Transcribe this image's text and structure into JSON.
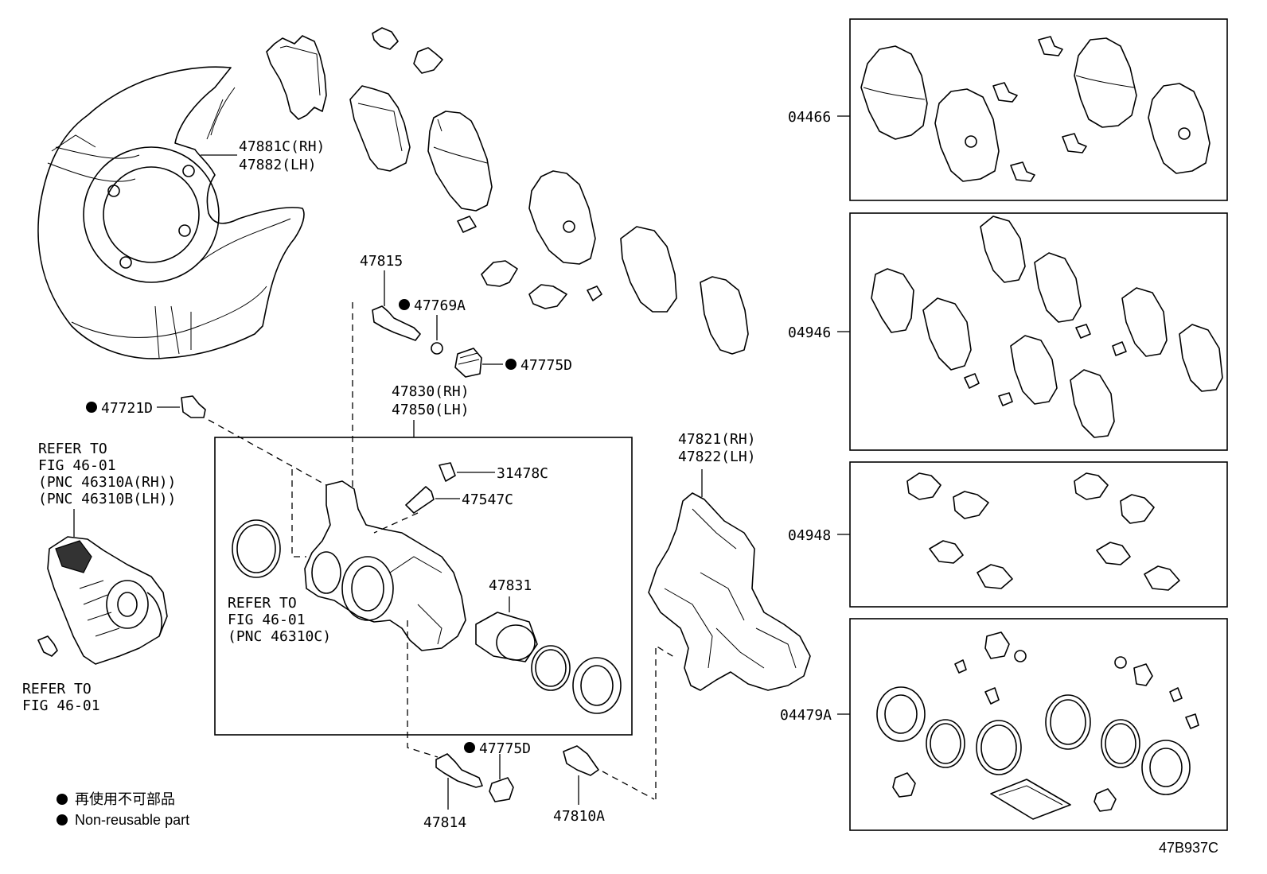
{
  "callouts": {
    "p47881": [
      "47881C(RH)",
      "47882(LH)"
    ],
    "p47815": "47815",
    "p47769": "47769A",
    "p47775a": "47775D",
    "p47721": "47721D",
    "p47830": [
      "47830(RH)",
      "47850(LH)"
    ],
    "p31478": "31478C",
    "p47547": "47547C",
    "p47831": "47831",
    "p47821": [
      "47821(RH)",
      "47822(LH)"
    ],
    "p47775b": "47775D",
    "p47814": "47814",
    "p47810": "47810A",
    "p04466": "04466",
    "p04946": "04946",
    "p04948": "04948",
    "p04479": "04479A"
  },
  "references": {
    "motor": [
      "REFER TO",
      "FIG 46-01",
      "(PNC 46310A(RH))",
      "(PNC 46310B(LH))"
    ],
    "seal": [
      "REFER TO",
      "FIG 46-01",
      "(PNC 46310C)"
    ],
    "bolt": [
      "REFER TO",
      "FIG 46-01"
    ]
  },
  "legend": {
    "japanese": "再使用不可部品",
    "english": "Non-reusable part"
  },
  "figure_id": "47B937C"
}
